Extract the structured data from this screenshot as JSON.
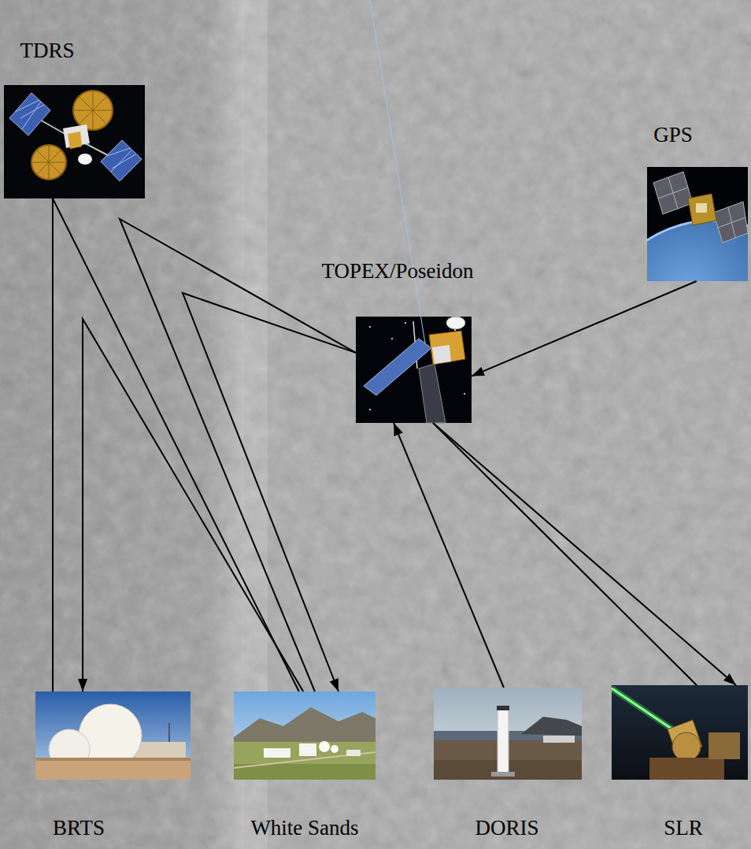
{
  "diagram": {
    "nodes": [
      {
        "text": [
          "TDRS"
        ]
      },
      {
        "text": [
          "GPS"
        ]
      },
      {
        "text": [
          "TOPEX/Poseidon"
        ]
      },
      {
        "text": [
          "BRTS"
        ]
      },
      {
        "text": [
          "White Sands"
        ]
      },
      {
        "text": [
          "DORIS"
        ]
      },
      {
        "text": [
          "SLR"
        ]
      }
    ],
    "edges": [
      {
        "from": 3,
        "to": 0,
        "arrow": "none"
      },
      {
        "from": 0,
        "to": 4,
        "arrow": "none"
      },
      {
        "from": 4,
        "to": 3,
        "arrow": "to"
      },
      {
        "from": 2,
        "to": 4,
        "arrow": "none"
      },
      {
        "from": 2,
        "to": 4,
        "arrow": "to"
      },
      {
        "from": 1,
        "to": 2,
        "arrow": "to"
      },
      {
        "from": 5,
        "to": 2,
        "arrow": "to"
      },
      {
        "from": 2,
        "to": 6,
        "arrow": "to"
      },
      {
        "from": 6,
        "to": 2,
        "arrow": "none"
      }
    ]
  }
}
